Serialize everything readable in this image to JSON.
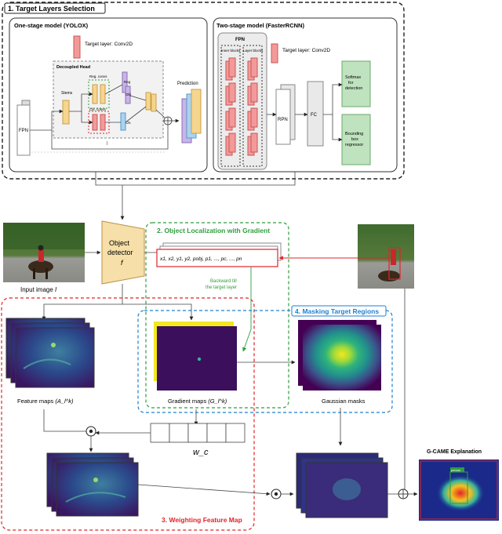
{
  "sections": {
    "s1": "1. Target Layers Selection",
    "s2": "2. Object Localization with Gradient",
    "s3": "3. Weighting Feature Map",
    "s4": "4. Masking Target Regions"
  },
  "yolox": {
    "title": "One-stage model (YOLOX)",
    "target_layer": "Target layer: Conv2D",
    "head": "Decoupled Head",
    "fpn": "FPN",
    "stems": "Stems",
    "reg_convs": "Reg. convs",
    "cls_convs": "Cls. convs",
    "reg": "Reg",
    "obj": "Obj",
    "cls": "Cls",
    "prediction": "Prediction",
    "bar": "|"
  },
  "frcnn": {
    "title": "Two-stage model (FasterRCNN)",
    "target_layer": "Target layer: Conv2D",
    "fpn": "FPN",
    "inner": "Inner blocks",
    "layer": "Layer blocks",
    "rpn": "RPN",
    "fc": "FC",
    "softmax": "Softmax for detection",
    "bbox": "Bounding box regressor"
  },
  "main": {
    "input_image": "Input image",
    "input_var": "I",
    "detector_line1": "Object",
    "detector_line2": "detector",
    "detector_var": "f",
    "vector": "x1, x2, y1, y2, pobj, p1, ..., pc, ..., pn",
    "backward": "Backward till the target layer",
    "feature_maps": "Feature maps",
    "feature_var": "(A_l^k)",
    "gradient_maps": "Gradient maps",
    "gradient_var": "(G_l^k)",
    "gaussian": "Gaussian masks",
    "weight": "w_c",
    "explanation": "G-CAME Explanation",
    "person": "person"
  },
  "colors": {
    "black_dash": "#222222",
    "green": "#2e9e3e",
    "blue": "#1e7fd0",
    "red": "#e0242a",
    "detector": "#f6dfa8",
    "viridis_dark": "#3b0f5c",
    "viridis_yellow": "#f4e61e"
  }
}
